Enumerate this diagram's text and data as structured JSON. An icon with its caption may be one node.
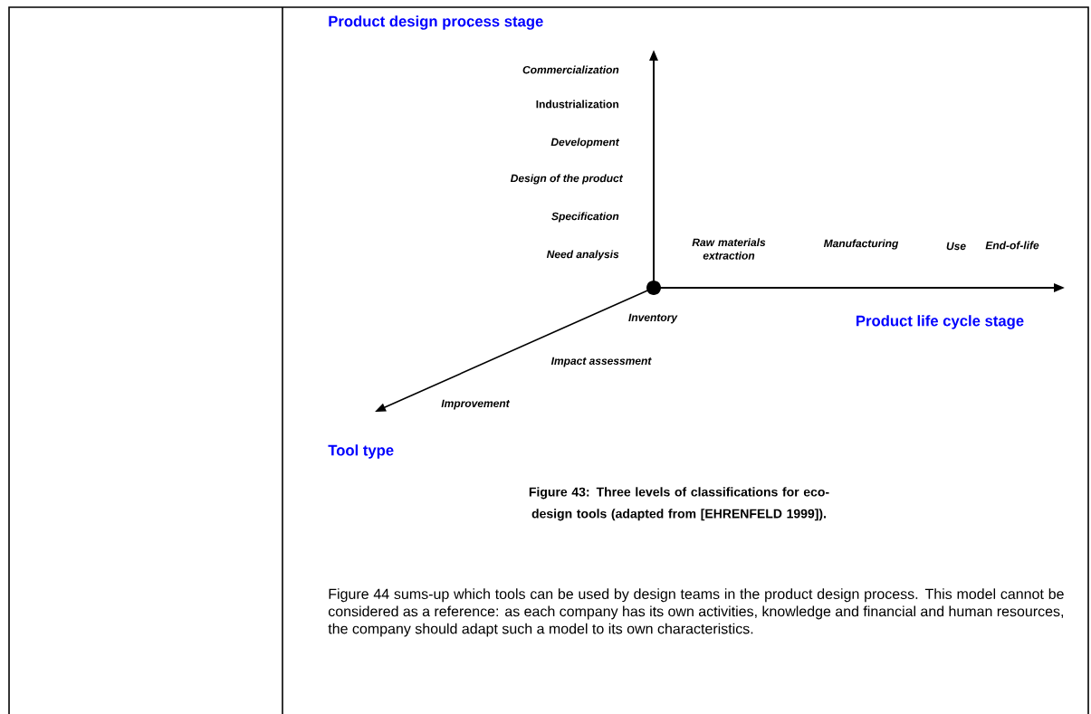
{
  "diagram": {
    "caption": "Figure 43: Three levels of classifications for eco-design tools (adapted from [EHRENFELD 1999]).",
    "labels": [
      "Product design process stage",
      "Commercialization",
      "Industrialization",
      "Development",
      "Design of the product",
      "Specification",
      "Need analysis",
      "Raw materials extraction",
      "Manufacturing",
      "Use",
      "End-of-life",
      "Inventory",
      "Product life cycle stage",
      "Impact assessment",
      "Improvement",
      "Tool type",
      "Figure 44 sums-up which tools can be used by design teams in the product design process. This model cannot be considered as a reference: as each company has its own activities, knowledge and financial and human resources, the company should adapt such a model to its own characteristics."
    ]
  }
}
